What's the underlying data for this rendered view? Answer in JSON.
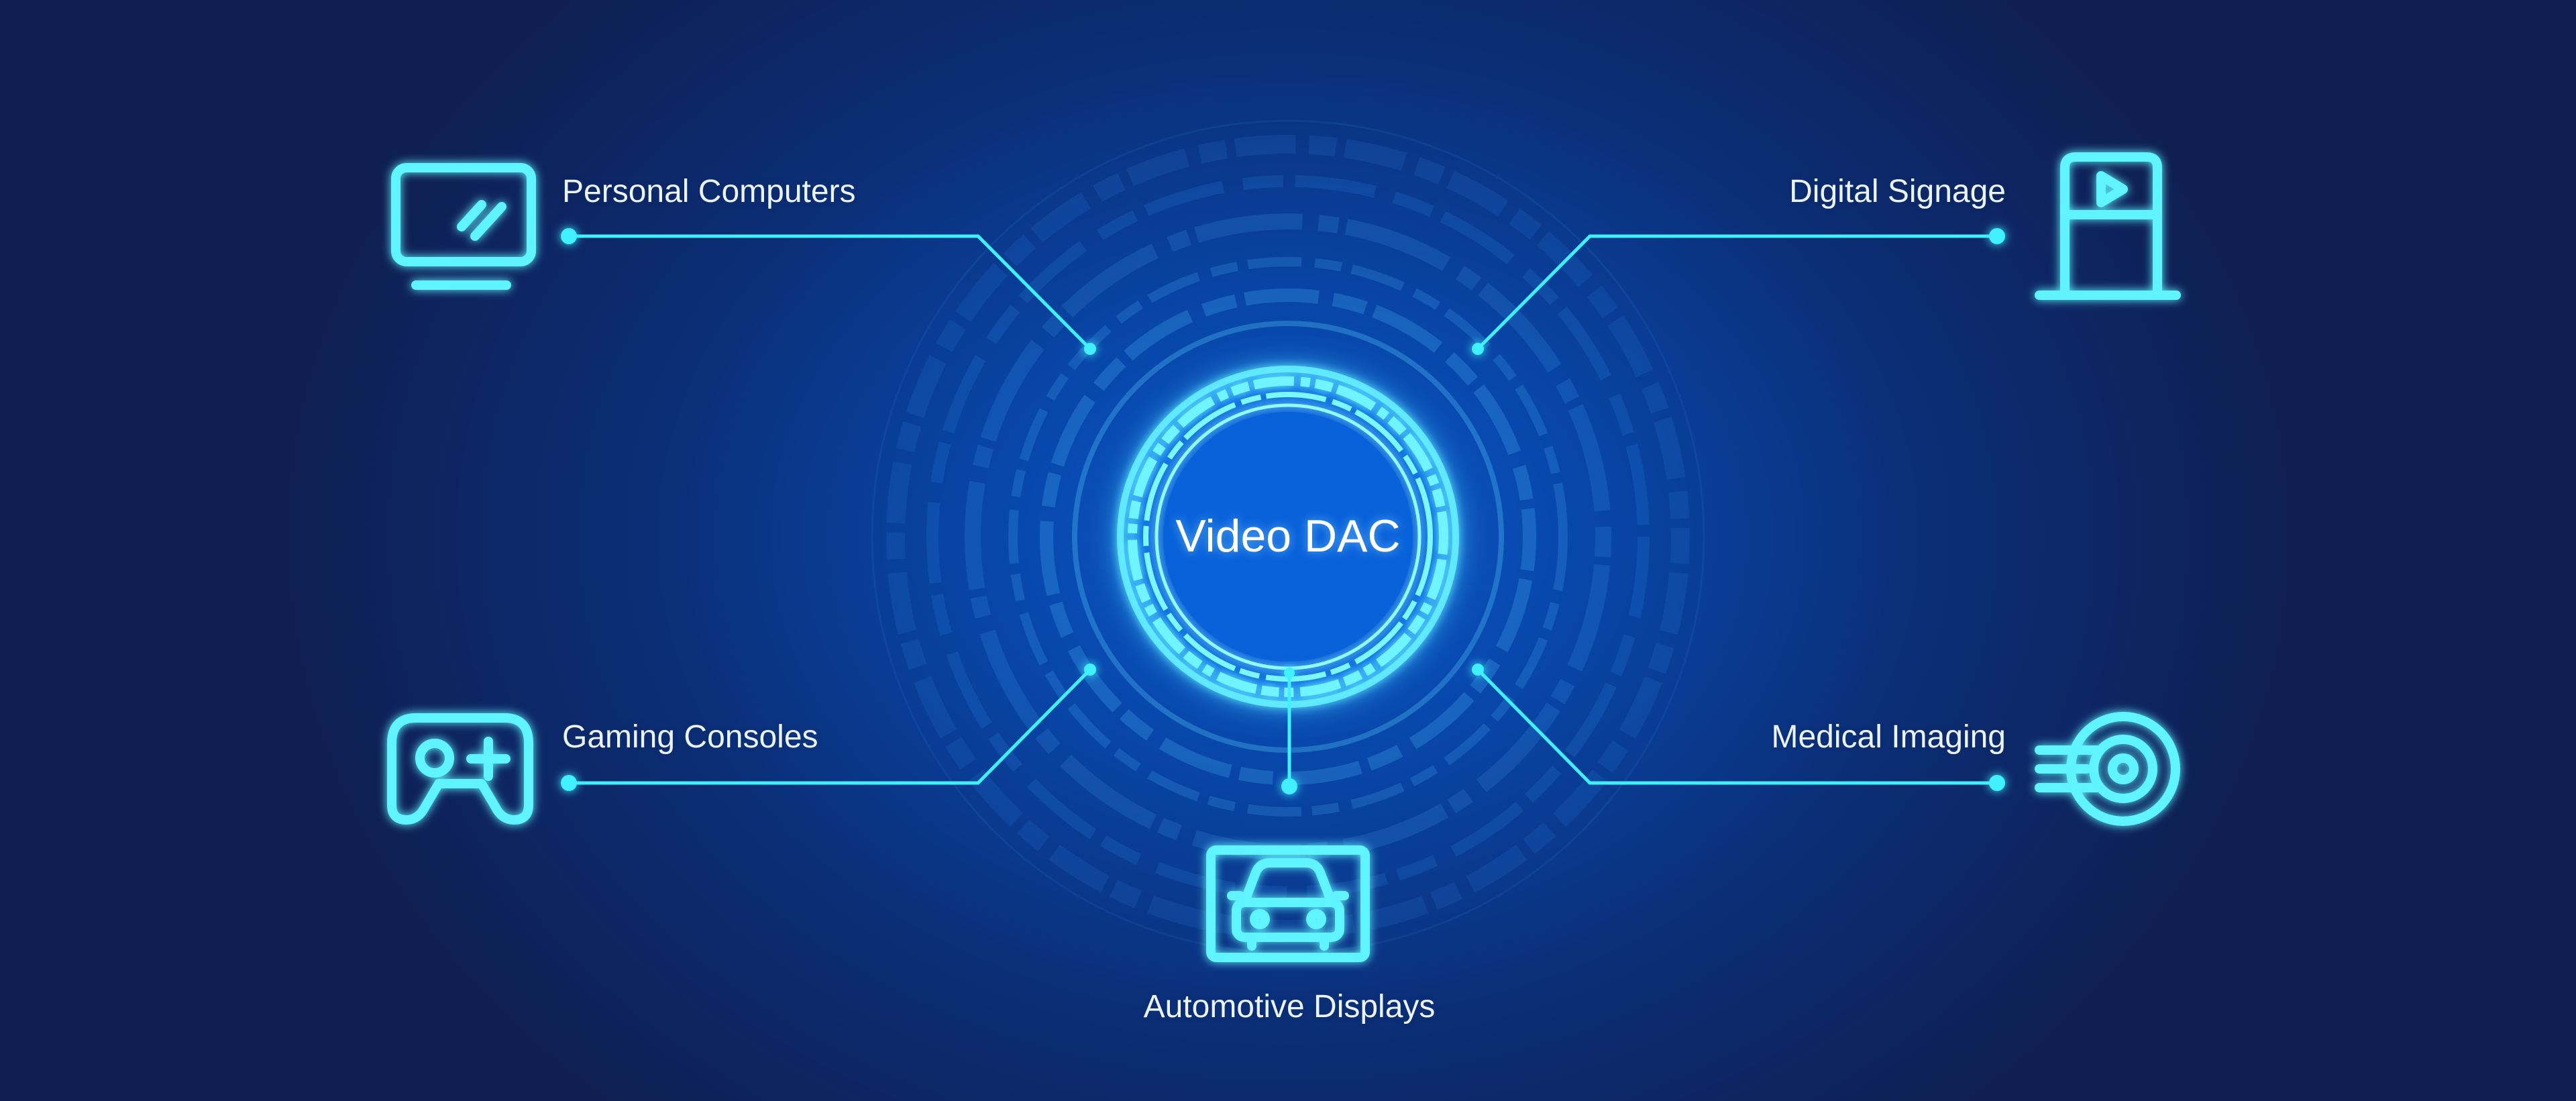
{
  "colors": {
    "accent": "#3ff0ff",
    "accent_soft": "#7af7ff",
    "text": "#e9f4ff",
    "background_center": "#0a5ad0",
    "background_edge": "#0f1f52"
  },
  "diagram": {
    "center": {
      "label": "Video DAC"
    },
    "applications": [
      {
        "id": "pc",
        "label": "Personal Computers",
        "icon": "monitor-icon"
      },
      {
        "id": "signage",
        "label": "Digital Signage",
        "icon": "signage-kiosk-icon"
      },
      {
        "id": "gaming",
        "label": "Gaming Consoles",
        "icon": "gamepad-icon"
      },
      {
        "id": "medical",
        "label": "Medical Imaging",
        "icon": "medical-scan-icon"
      },
      {
        "id": "auto",
        "label": "Automotive Displays",
        "icon": "car-display-icon"
      }
    ]
  }
}
